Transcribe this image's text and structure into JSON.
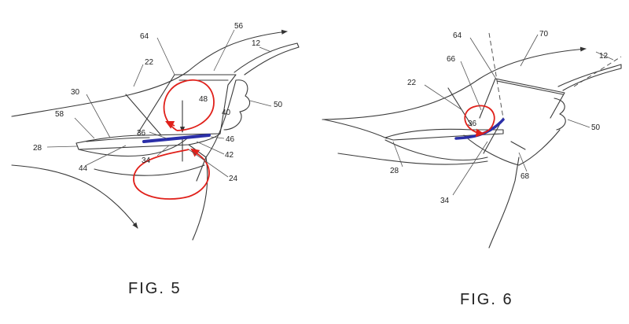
{
  "figures": [
    {
      "caption": "FIG. 5",
      "labels": [
        "64",
        "56",
        "12",
        "22",
        "30",
        "48",
        "40",
        "58",
        "50",
        "36",
        "46",
        "28",
        "42",
        "34",
        "44",
        "24"
      ]
    },
    {
      "caption": "FIG. 6",
      "labels": [
        "64",
        "70",
        "66",
        "12",
        "22",
        "36",
        "50",
        "28",
        "68",
        "34"
      ]
    }
  ],
  "colors": {
    "line": "#3a3a3a",
    "flow_annotation": "#e0201a",
    "plate_highlight": "#2b2fa8"
  }
}
